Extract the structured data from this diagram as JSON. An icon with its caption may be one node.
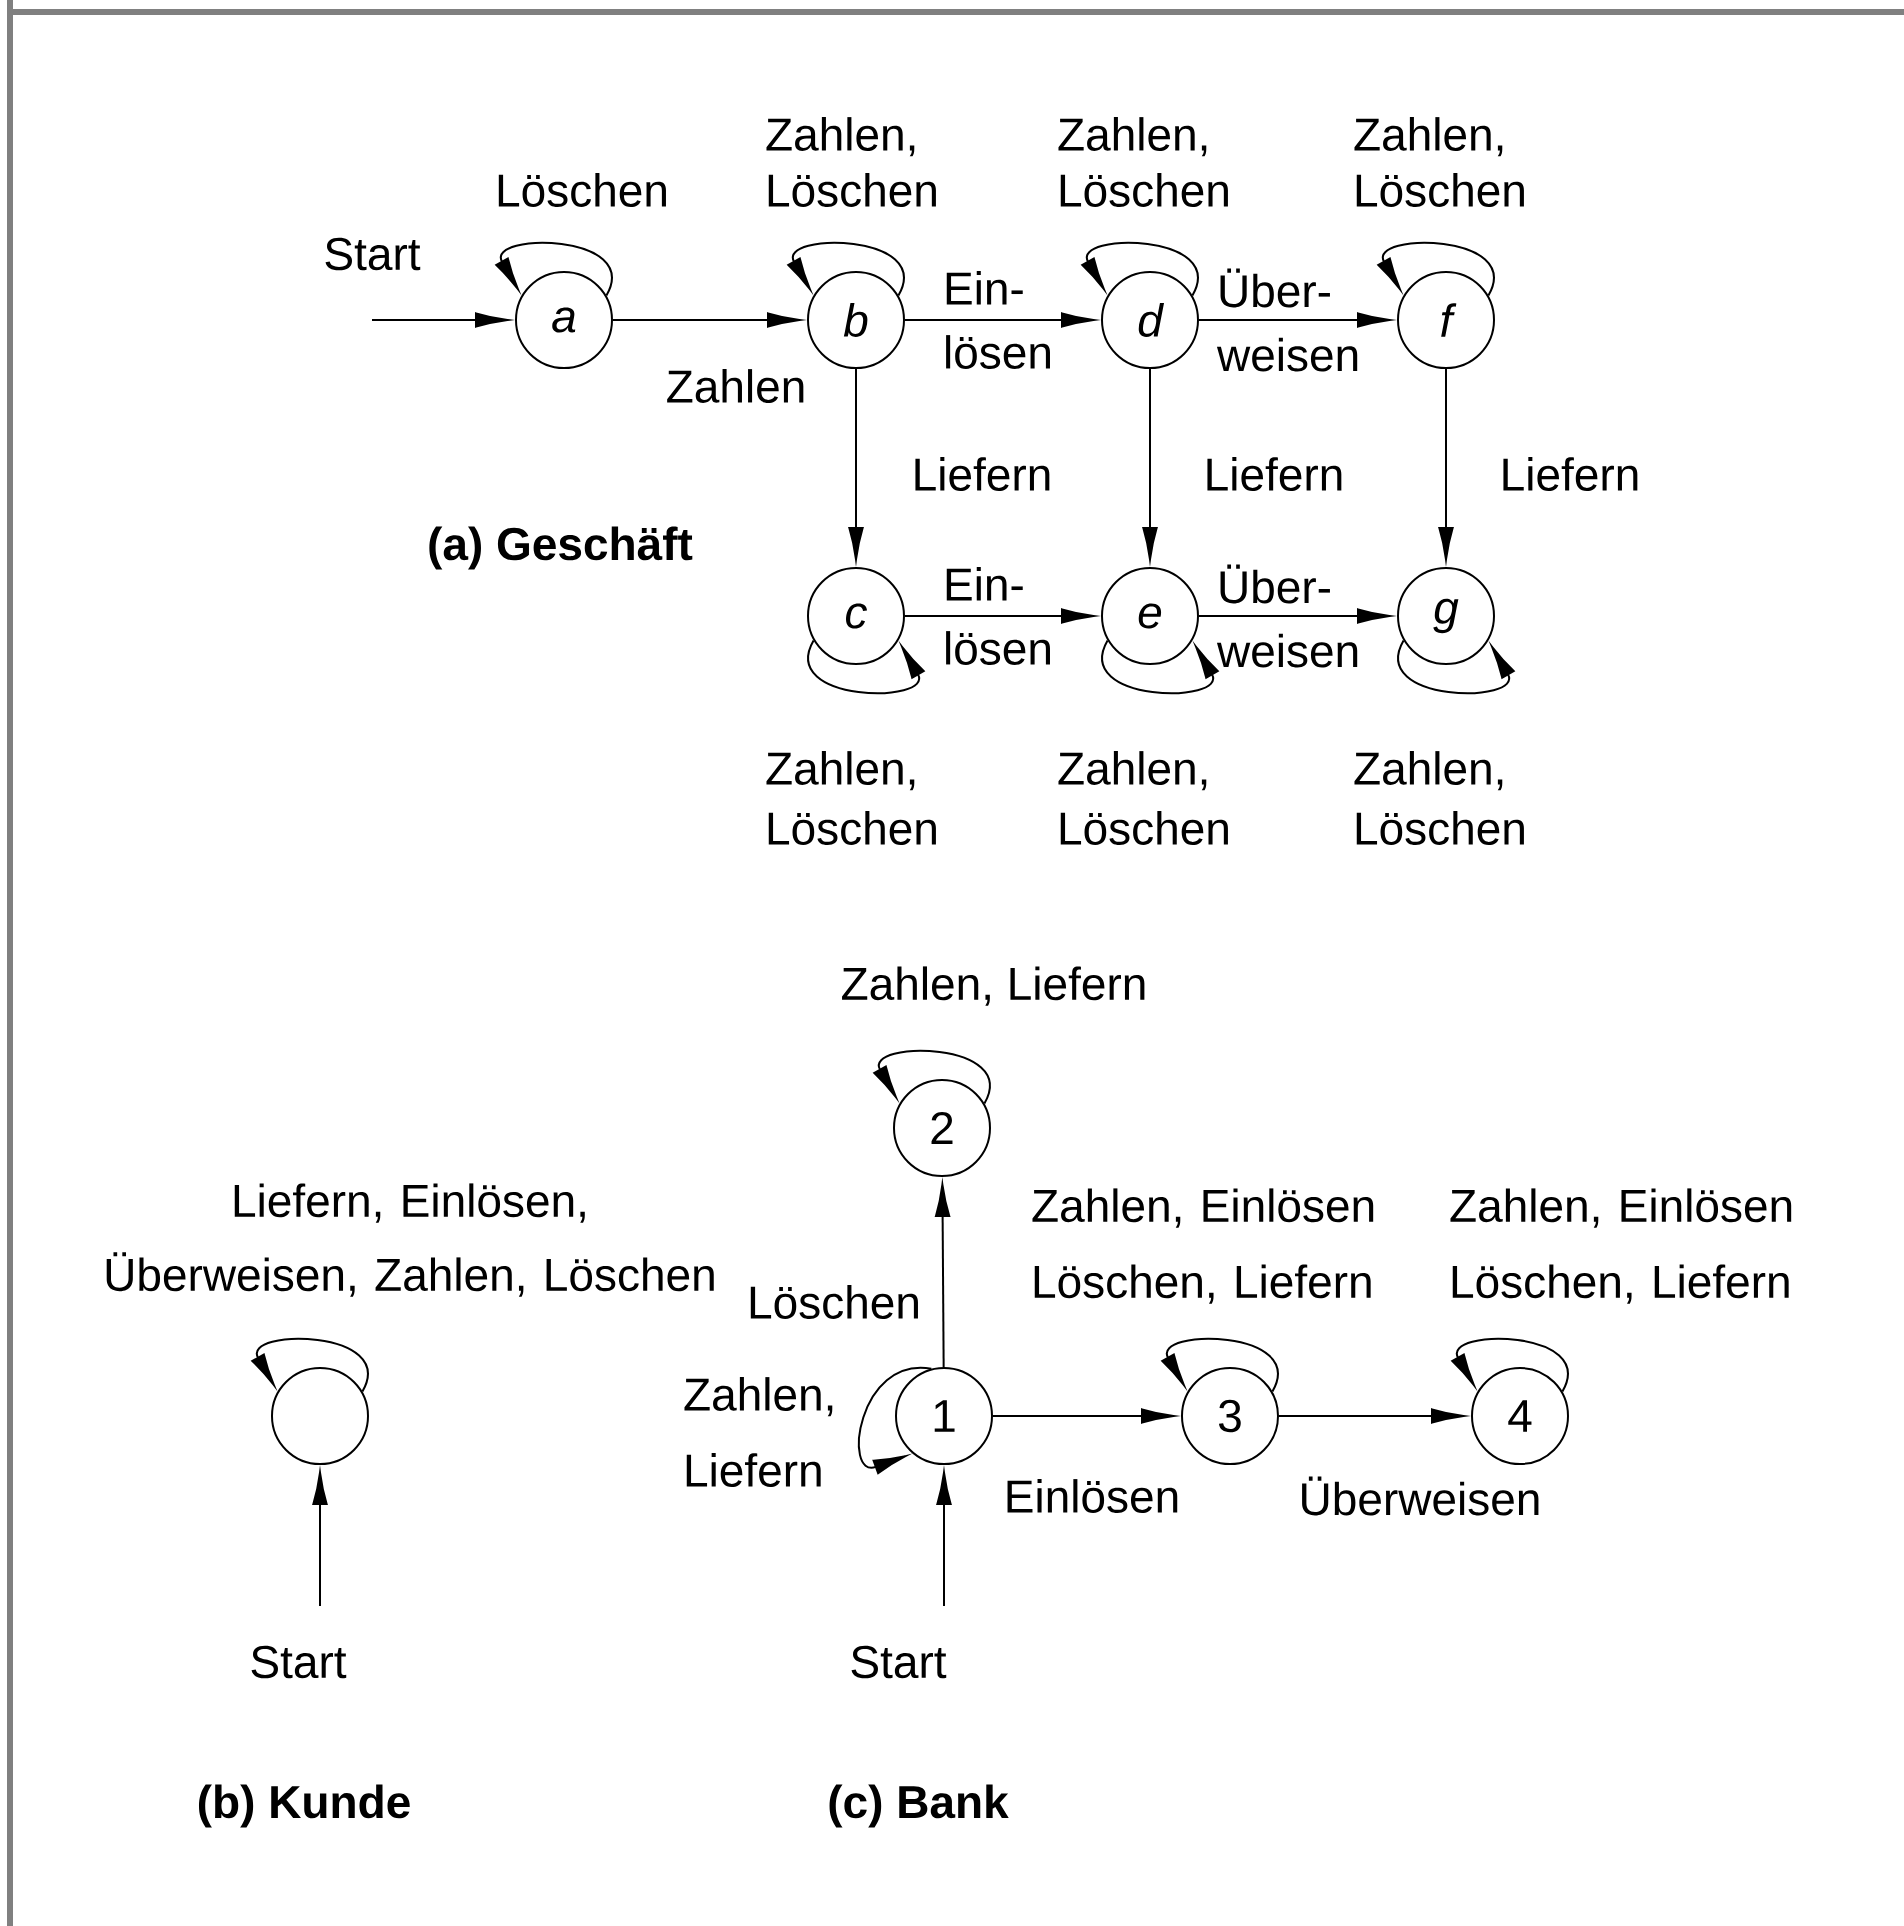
{
  "diagram": {
    "nodes": [
      {
        "text": [
          "a"
        ]
      },
      {
        "text": [
          "b"
        ]
      },
      {
        "text": [
          "d"
        ]
      },
      {
        "text": [
          "f"
        ]
      },
      {
        "text": [
          "c"
        ]
      },
      {
        "text": [
          "e"
        ]
      },
      {
        "text": [
          "g"
        ]
      },
      {
        "text": [],
        "shape": "circle"
      },
      {
        "text": [
          "2"
        ]
      },
      {
        "text": [
          "1"
        ]
      },
      {
        "text": [
          "3"
        ]
      },
      {
        "text": [
          "4"
        ]
      }
    ],
    "edges": [
      {
        "from": null,
        "to": 0,
        "arrow": "to",
        "label": "Start"
      },
      {
        "from": 0,
        "to": 0,
        "arrow": "to",
        "label": "Löschen"
      },
      {
        "from": 0,
        "to": 1,
        "arrow": "to",
        "label": "Zahlen"
      },
      {
        "from": 1,
        "to": 1,
        "arrow": "to",
        "label": "Zahlen, Löschen"
      },
      {
        "from": 1,
        "to": 2,
        "arrow": "to",
        "label": "Ein- lösen"
      },
      {
        "from": 2,
        "to": 2,
        "arrow": "to",
        "label": "Zahlen, Löschen"
      },
      {
        "from": 2,
        "to": 3,
        "arrow": "to",
        "label": "Über- weisen"
      },
      {
        "from": 3,
        "to": 3,
        "arrow": "to",
        "label": "Zahlen, Löschen"
      },
      {
        "from": 1,
        "to": 4,
        "arrow": "to",
        "label": "Liefern"
      },
      {
        "from": 2,
        "to": 5,
        "arrow": "to",
        "label": "Liefern"
      },
      {
        "from": 3,
        "to": 6,
        "arrow": "to",
        "label": "Liefern"
      },
      {
        "from": 4,
        "to": 4,
        "arrow": "to",
        "label": "Zahlen, Löschen"
      },
      {
        "from": 4,
        "to": 5,
        "arrow": "to",
        "label": "Ein- lösen"
      },
      {
        "from": 5,
        "to": 5,
        "arrow": "to",
        "label": "Zahlen, Löschen"
      },
      {
        "from": 5,
        "to": 6,
        "arrow": "to",
        "label": "Über- weisen"
      },
      {
        "from": 6,
        "to": 6,
        "arrow": "to",
        "label": "Zahlen, Löschen"
      },
      {
        "from": 7,
        "to": 7,
        "arrow": "to",
        "label": "Liefern, Einlösen, Überweisen, Zahlen, Löschen"
      },
      {
        "from": null,
        "to": 7,
        "arrow": "to",
        "label": "Start"
      },
      {
        "from": 8,
        "to": 8,
        "arrow": "to",
        "label": "Zahlen, Liefern"
      },
      {
        "from": 9,
        "to": 8,
        "arrow": "to",
        "label": "Löschen"
      },
      {
        "from": 9,
        "to": 9,
        "arrow": "to",
        "label": "Zahlen, Liefern"
      },
      {
        "from": 9,
        "to": 10,
        "arrow": "to",
        "label": "Einlösen"
      },
      {
        "from": 10,
        "to": 10,
        "arrow": "to",
        "label": "Zahlen, Einlösen Löschen, Liefern"
      },
      {
        "from": 10,
        "to": 11,
        "arrow": "to",
        "label": "Überweisen"
      },
      {
        "from": 11,
        "to": 11,
        "arrow": "to",
        "label": "Zahlen, Einlösen Löschen, Liefern"
      },
      {
        "from": null,
        "to": 9,
        "arrow": "to",
        "label": "Start"
      }
    ],
    "labels": [
      "(a) Geschäft",
      "(b) Kunde",
      "(c) Bank"
    ]
  }
}
